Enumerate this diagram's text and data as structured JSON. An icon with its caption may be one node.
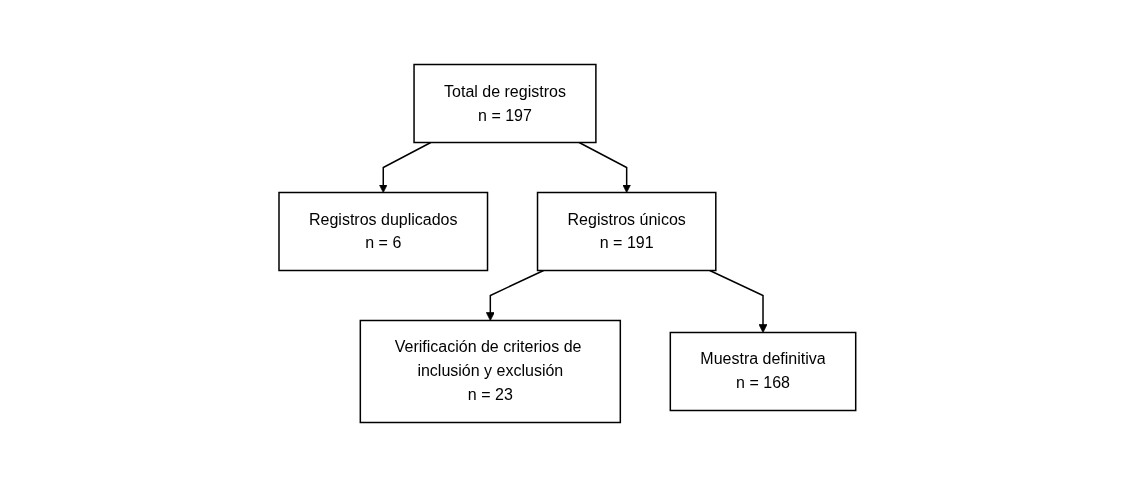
{
  "diagram": {
    "nodes": [
      {
        "text": [
          "Total de registros",
          "n = 197"
        ]
      },
      {
        "text": [
          "Registros duplicados",
          "n = 6"
        ]
      },
      {
        "text": [
          "Registros únicos",
          "n = 191"
        ]
      },
      {
        "text": [
          "Verificación de criterios de inclusión y exclusión",
          "n = 23"
        ]
      },
      {
        "text": [
          "Muestra definitiva",
          "n = 168"
        ]
      }
    ],
    "edges": [
      {
        "from": 0,
        "to": 1,
        "arrow": "to"
      },
      {
        "from": 0,
        "to": 2,
        "arrow": "to"
      },
      {
        "from": 2,
        "to": 3,
        "arrow": "to"
      },
      {
        "from": 2,
        "to": 4,
        "arrow": "to"
      }
    ]
  }
}
